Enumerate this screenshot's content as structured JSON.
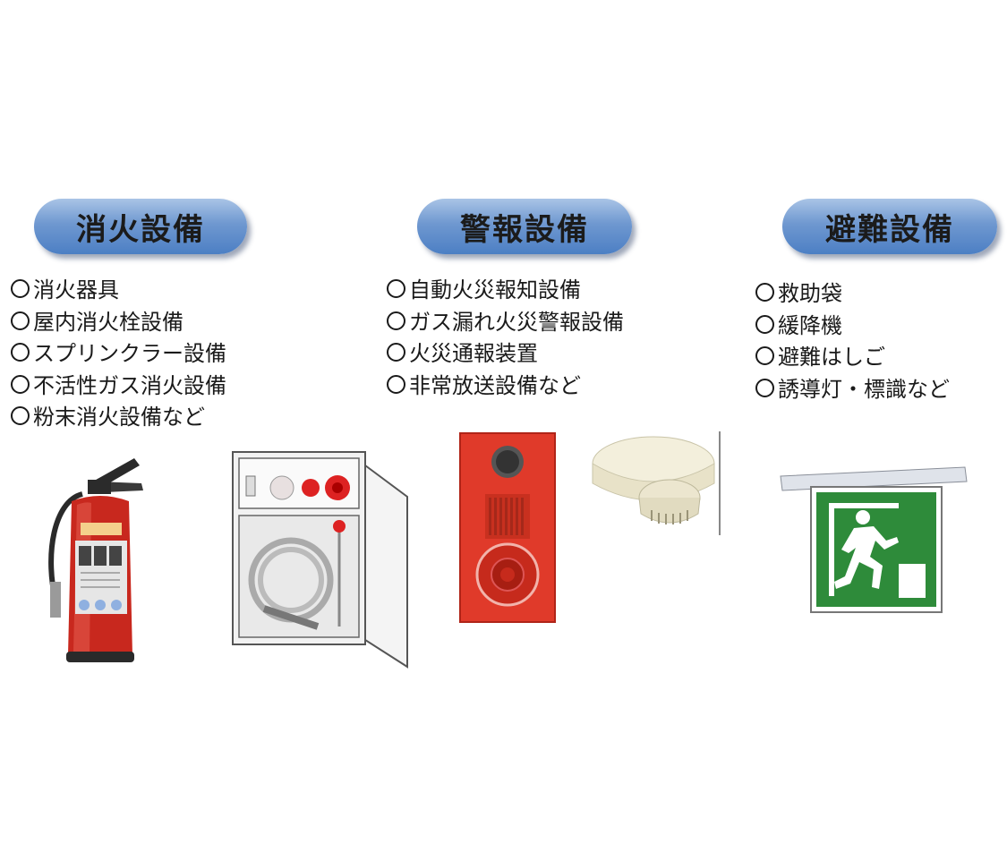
{
  "sections": [
    {
      "title": "消火設備",
      "items": [
        "消火器具",
        "屋内消火栓設備",
        "スプリンクラー設備",
        "不活性ガス消火設備",
        "粉末消火設備など"
      ]
    },
    {
      "title": "警報設備",
      "items": [
        "自動火災報知設備",
        "ガス漏れ火災警報設備",
        "火災通報装置",
        "非常放送設備など"
      ]
    },
    {
      "title": "避難設備",
      "items": [
        "救助袋",
        "緩降機",
        "避難はしご",
        "誘導灯・標識など"
      ]
    }
  ],
  "colors": {
    "pill": "#6f98d0",
    "extinguisher_red": "#c8281e",
    "alarm_red": "#e03a2a",
    "exit_green": "#2e8b3a"
  },
  "icons": [
    "fire-extinguisher-icon",
    "fire-hydrant-box-icon",
    "fire-alarm-panel-icon",
    "smoke-detector-icon",
    "emergency-exit-sign-icon"
  ]
}
